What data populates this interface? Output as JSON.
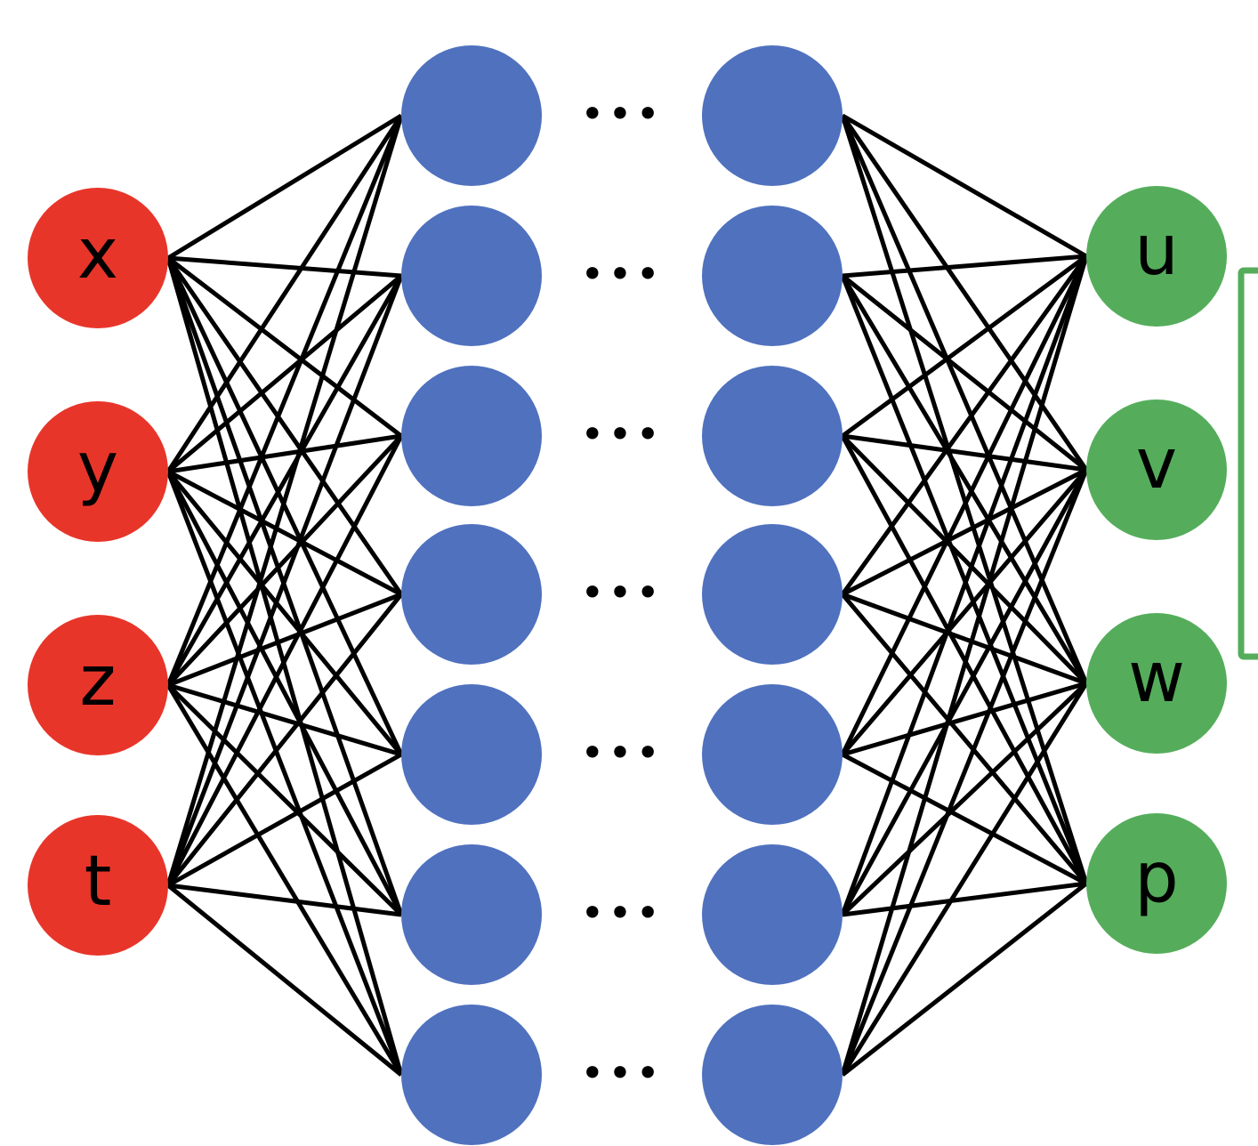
{
  "diagram": {
    "type": "neural-network",
    "colors": {
      "input": "#E8352A",
      "hidden": "#4F71BE",
      "output": "#55AD5B",
      "edge": "#000000",
      "bracket": "#55AD5B"
    },
    "input_layer": {
      "labels": [
        "x",
        "y",
        "z",
        "t"
      ]
    },
    "hidden_layers": {
      "visible_columns": 2,
      "nodes_per_layer": 7,
      "ellipsis": "•••"
    },
    "output_layer": {
      "labels": [
        "u",
        "v",
        "w",
        "p"
      ]
    },
    "connectivity": "fully-connected"
  }
}
